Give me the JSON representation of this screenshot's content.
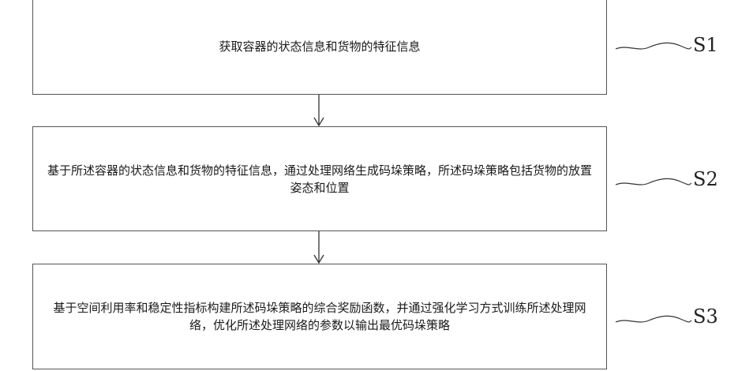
{
  "steps": [
    {
      "label": "S1",
      "text": "获取容器的状态信息和货物的特征信息"
    },
    {
      "label": "S2",
      "text": "基于所述容器的状态信息和货物的特征信息，通过处理网络生成码垛策略，所述码垛策略包括货物的放置姿态和位置"
    },
    {
      "label": "S3",
      "text": "基于空间利用率和稳定性指标构建所述码垛策略的综合奖励函数，并通过强化学习方式训练所述处理网络，优化所述处理网络的参数以输出最优码垛策略"
    }
  ]
}
